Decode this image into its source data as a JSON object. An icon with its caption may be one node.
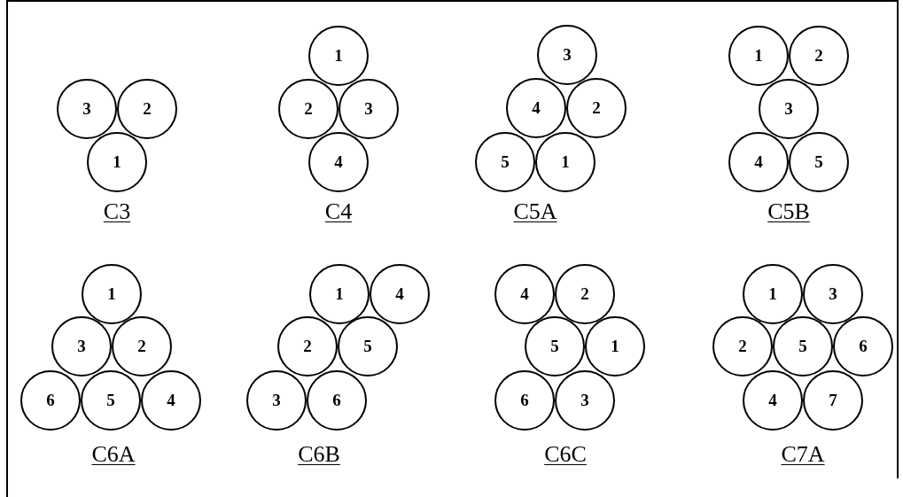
{
  "diagram": {
    "nodes": [
      {
        "text": [
          "3"
        ]
      },
      {
        "text": [
          "2"
        ]
      },
      {
        "text": [
          "1"
        ]
      },
      {
        "text": [
          "1"
        ]
      },
      {
        "text": [
          "2"
        ]
      },
      {
        "text": [
          "3"
        ]
      },
      {
        "text": [
          "4"
        ]
      },
      {
        "text": [
          "3"
        ]
      },
      {
        "text": [
          "4"
        ]
      },
      {
        "text": [
          "2"
        ]
      },
      {
        "text": [
          "5"
        ]
      },
      {
        "text": [
          "1"
        ]
      },
      {
        "text": [
          "1"
        ]
      },
      {
        "text": [
          "2"
        ]
      },
      {
        "text": [
          "3"
        ]
      },
      {
        "text": [
          "4"
        ]
      },
      {
        "text": [
          "5"
        ]
      },
      {
        "text": [
          "1"
        ]
      },
      {
        "text": [
          "3"
        ]
      },
      {
        "text": [
          "2"
        ]
      },
      {
        "text": [
          "6"
        ]
      },
      {
        "text": [
          "5"
        ]
      },
      {
        "text": [
          "4"
        ]
      },
      {
        "text": [
          "1"
        ]
      },
      {
        "text": [
          "4"
        ]
      },
      {
        "text": [
          "2"
        ]
      },
      {
        "text": [
          "5"
        ]
      },
      {
        "text": [
          "3"
        ]
      },
      {
        "text": [
          "6"
        ]
      },
      {
        "text": [
          "4"
        ]
      },
      {
        "text": [
          "2"
        ]
      },
      {
        "text": [
          "5"
        ]
      },
      {
        "text": [
          "1"
        ]
      },
      {
        "text": [
          "6"
        ]
      },
      {
        "text": [
          "3"
        ]
      },
      {
        "text": [
          "1"
        ]
      },
      {
        "text": [
          "3"
        ]
      },
      {
        "text": [
          "2"
        ]
      },
      {
        "text": [
          "5"
        ]
      },
      {
        "text": [
          "6"
        ]
      },
      {
        "text": [
          "4"
        ]
      },
      {
        "text": [
          "7"
        ]
      }
    ],
    "labels": [
      "C3",
      "C4",
      "C5A",
      "C5B",
      "C6A",
      "C6B",
      "C6C",
      "C7A"
    ]
  }
}
